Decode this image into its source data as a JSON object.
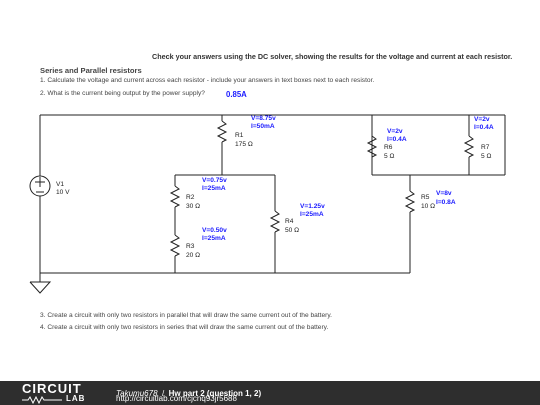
{
  "header": "Check your answers using the DC solver, showing the results for the voltage and current at each resistor.",
  "section_title": "Series and Parallel resistors",
  "questions": {
    "q1": "1. Calculate the voltage and current across each resistor - include your answers in text boxes next to each resistor.",
    "q2": "2. What is the current being output by the power supply?",
    "q2_answer": "0.85A",
    "q3": "3. Create a circuit with only two resistors in parallel that will draw the same current out of the battery.",
    "q4": "4. Create a circuit with only two resistors in series that will draw the same current out of the battery."
  },
  "components": {
    "v1": {
      "name": "V1",
      "value": "10 V"
    },
    "r1": {
      "name": "R1",
      "value": "175 Ω",
      "v": "V=8.75v",
      "i": "I=50mA"
    },
    "r2": {
      "name": "R2",
      "value": "30 Ω",
      "v": "V=0.75v",
      "i": "I=25mA"
    },
    "r3": {
      "name": "R3",
      "value": "20 Ω",
      "v": "V=0.50v",
      "i": "I=25mA"
    },
    "r4": {
      "name": "R4",
      "value": "50 Ω",
      "v": "V=1.25v",
      "i": "I=25mA"
    },
    "r5": {
      "name": "R5",
      "value": "10 Ω",
      "v": "V=8v",
      "i": "I=0.8A"
    },
    "r6": {
      "name": "R6",
      "value": "5 Ω",
      "v": "V=2v",
      "i": "I=0.4A"
    },
    "r7": {
      "name": "R7",
      "value": "5 Ω",
      "v": "V=2v",
      "i": "I=0.4A"
    }
  },
  "footer": {
    "logo_top": "CIRCUIT",
    "logo_bottom": "LAB",
    "author": "Takumu678",
    "separator": "/",
    "title": "Hw part 2 (question 1, 2)",
    "url": "http://circuitlab.com/cjcnq93jr5688"
  },
  "colors": {
    "wire": "#222222",
    "answer": "#1a1aff",
    "footer_bg": "#2e2e2e"
  }
}
